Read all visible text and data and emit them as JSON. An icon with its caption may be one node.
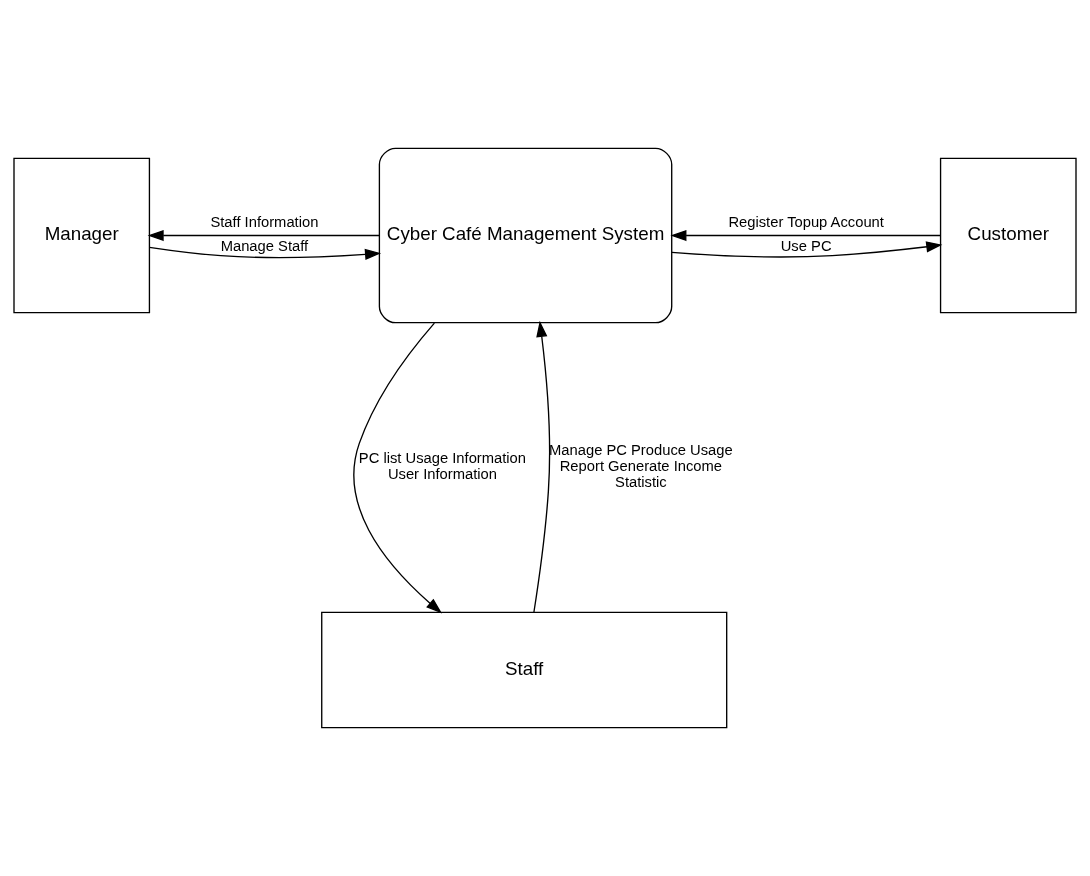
{
  "diagram": {
    "nodes": [
      {
        "text": [
          "Manager"
        ]
      },
      {
        "text": [
          "Cyber Café Management System"
        ]
      },
      {
        "text": [
          "Customer"
        ]
      },
      {
        "text": [
          "Staff"
        ]
      }
    ],
    "edges": [
      {
        "from": 0,
        "to": 1,
        "arrow": "to",
        "label": "Manage Staff"
      },
      {
        "from": 1,
        "to": 0,
        "arrow": "to",
        "label": "Staff Information"
      },
      {
        "from": 2,
        "to": 1,
        "arrow": "to",
        "label": "Register Topup Account"
      },
      {
        "from": 1,
        "to": 2,
        "arrow": "to",
        "label": "Use PC"
      },
      {
        "from": 1,
        "to": 3,
        "arrow": "to",
        "label": "PC list Usage Information User Information"
      },
      {
        "from": 3,
        "to": 1,
        "arrow": "to",
        "label": "Manage PC Produce Usage Report Generate Income Statistic"
      }
    ]
  }
}
